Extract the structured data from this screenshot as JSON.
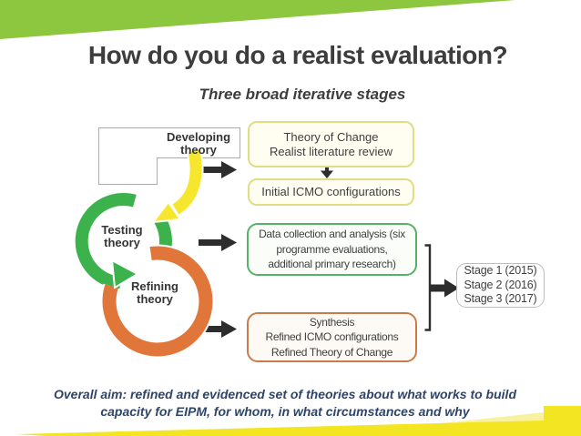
{
  "slide": {
    "title": "How do you do a realist evaluation?",
    "subtitle": "Three broad iterative stages",
    "overall_aim_lines": [
      "Overall aim: refined and evidenced set of theories about what works to build",
      "capacity for EIPM, for whom, in what circumstances and why"
    ]
  },
  "diagram": {
    "cycle_labels": {
      "developing": {
        "lines": [
          "Developing",
          "theory"
        ]
      },
      "testing": {
        "lines": [
          "Testing",
          "theory"
        ]
      },
      "refining": {
        "lines": [
          "Refining",
          "theory"
        ]
      }
    },
    "boxes": {
      "theory_change": {
        "lines": [
          "Theory of Change",
          "Realist literature review"
        ]
      },
      "initial_icmo": {
        "lines": [
          "Initial ICMO configurations"
        ]
      },
      "data_collection": {
        "lines": [
          "Data collection and analysis (six",
          "programme evaluations,",
          "additional primary research)"
        ]
      },
      "synthesis": {
        "lines": [
          "Synthesis",
          "Refined ICMO configurations",
          "Refined Theory of Change"
        ]
      },
      "stages": {
        "lines": [
          "Stage 1 (2015)",
          "Stage 2 (2016)",
          "Stage 3 (2017)"
        ]
      }
    },
    "colors": {
      "band_green": "#8dc63f",
      "band_yellow": "#f3e521",
      "band_yellow_light": "#f8f2a0",
      "cycle_green": "#3bb24b",
      "cycle_orange": "#e0763a",
      "arrow_yellow": "#f6e72e",
      "yellow_box_border": "#e0dd84",
      "yellow_box_fill": "#fffef0",
      "green_box_border": "#56b269",
      "orange_box_border": "#c97c49",
      "stage_box_border": "#bdbdbd",
      "connector": "#2d2d2d",
      "heading_text": "#3d3d3d",
      "footer_text": "#2e4468"
    }
  }
}
